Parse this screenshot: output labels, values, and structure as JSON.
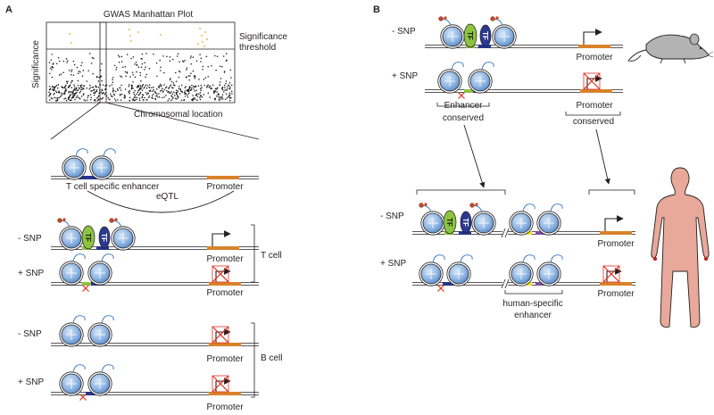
{
  "panel_a": {
    "label": "A",
    "manhattan": {
      "title": "GWAS Manhattan Plot",
      "ylabel": "Significance",
      "xlabel": "Chromosomal location",
      "threshold_label_line1": "Significance",
      "threshold_label_line2": "threshold"
    },
    "enhancer_label": "T cell specific enhancer",
    "eqtl_label": "eQTL",
    "promoter_label": "Promoter",
    "minus_snp": "- SNP",
    "plus_snp": "+ SNP",
    "t_cell_label": "T cell",
    "b_cell_label": "B cell",
    "tf_text": "TF"
  },
  "panel_b": {
    "label": "B",
    "minus_snp": "- SNP",
    "plus_snp": "+ SNP",
    "promoter_label": "Promoter",
    "enhancer_label": "Enhancer",
    "conserved_label": "conserved",
    "human_specific_line1": "human-specific",
    "human_specific_line2": "enhancer",
    "tf_text": "TF"
  },
  "colors": {
    "nucleosome": "#6f9fd6",
    "tf_green": "#8cc43f",
    "tf_blue": "#2b3990",
    "promoter": "#d9822b",
    "mutation_x": "#e0301e",
    "threshold_dots": "#e8a020",
    "enhancer_blue": "#27348b",
    "enhancer_green": "#8cc43f",
    "human_yellow": "#f2e01b",
    "human_purple": "#7b4fa0",
    "human_body": "#e8a99a",
    "mouse_body": "#b3b3b3"
  }
}
